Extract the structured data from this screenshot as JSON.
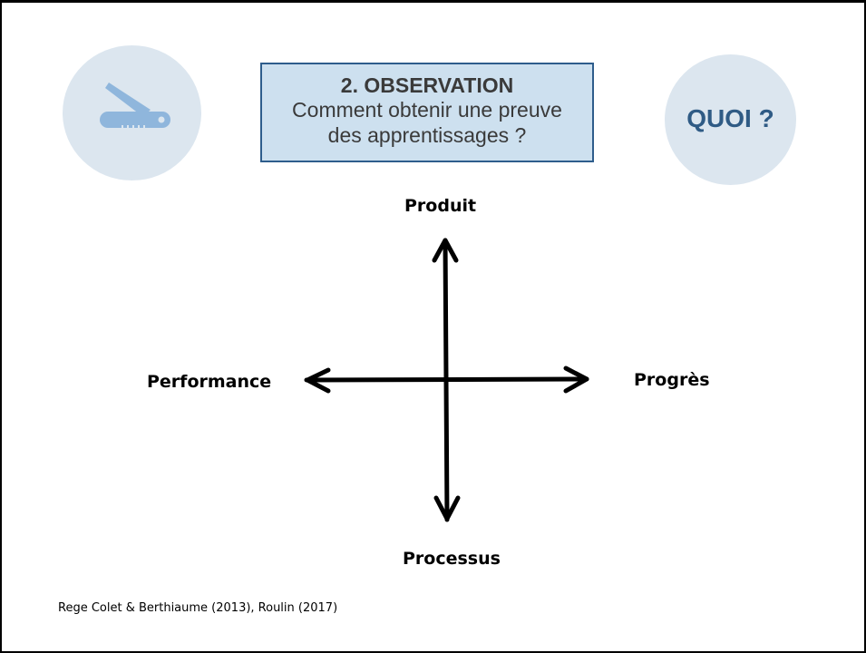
{
  "header": {
    "title_line1": "2. OBSERVATION",
    "title_line2": "Comment obtenir une preuve",
    "title_line3": "des apprentissages ?",
    "badge_right": "QUOI ?",
    "icon_left": "pocket-knife-icon"
  },
  "diagram": {
    "type": "four-direction-axes",
    "top_label": "Produit",
    "bottom_label": "Processus",
    "left_label": "Performance",
    "right_label": "Progrès"
  },
  "footer": {
    "source": "Rege Colet & Berthiaume (2013), Roulin (2017)"
  },
  "colors": {
    "circle_fill": "#dce6ef",
    "box_fill": "#cde0ef",
    "box_border": "#2e5d8c",
    "badge_text": "#2f5b85",
    "icon_fill": "#8fb6dc"
  }
}
